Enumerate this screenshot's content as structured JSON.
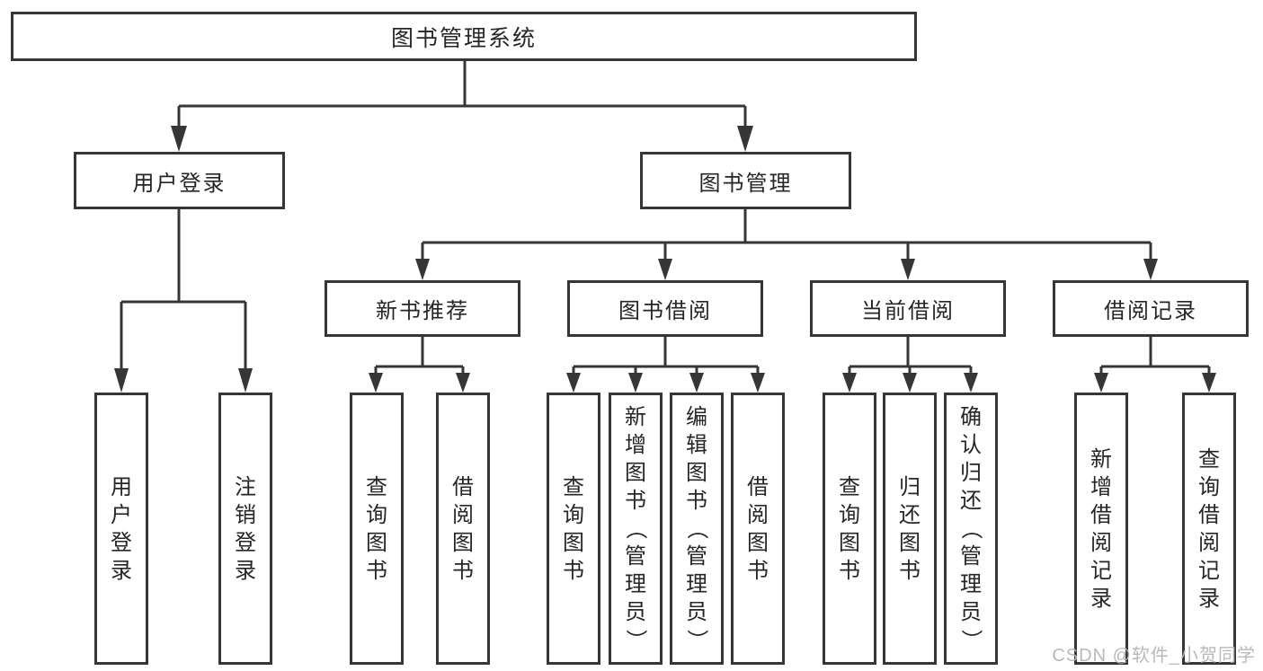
{
  "colors": {
    "line": "#363636",
    "box_border": "#363636",
    "text": "#262626",
    "watermark": "#b6b6b6"
  },
  "watermark": "CSDN @软件_小贺同学",
  "tree": {
    "label": "图书管理系统",
    "children": [
      {
        "label": "用户登录",
        "children": [
          {
            "label": "用户登录"
          },
          {
            "label": "注销登录"
          }
        ]
      },
      {
        "label": "图书管理",
        "children": [
          {
            "label": "新书推荐",
            "children": [
              {
                "label": "查询图书"
              },
              {
                "label": "借阅图书"
              }
            ]
          },
          {
            "label": "图书借阅",
            "children": [
              {
                "label": "查询图书"
              },
              {
                "label": "新增图书（管理员）"
              },
              {
                "label": "编辑图书（管理员）"
              },
              {
                "label": "借阅图书"
              }
            ]
          },
          {
            "label": "当前借阅",
            "children": [
              {
                "label": "查询图书"
              },
              {
                "label": "归还图书"
              },
              {
                "label": "确认归还（管理员）"
              }
            ]
          },
          {
            "label": "借阅记录",
            "children": [
              {
                "label": "新增借阅记录"
              },
              {
                "label": "查询借阅记录"
              }
            ]
          }
        ]
      }
    ]
  }
}
